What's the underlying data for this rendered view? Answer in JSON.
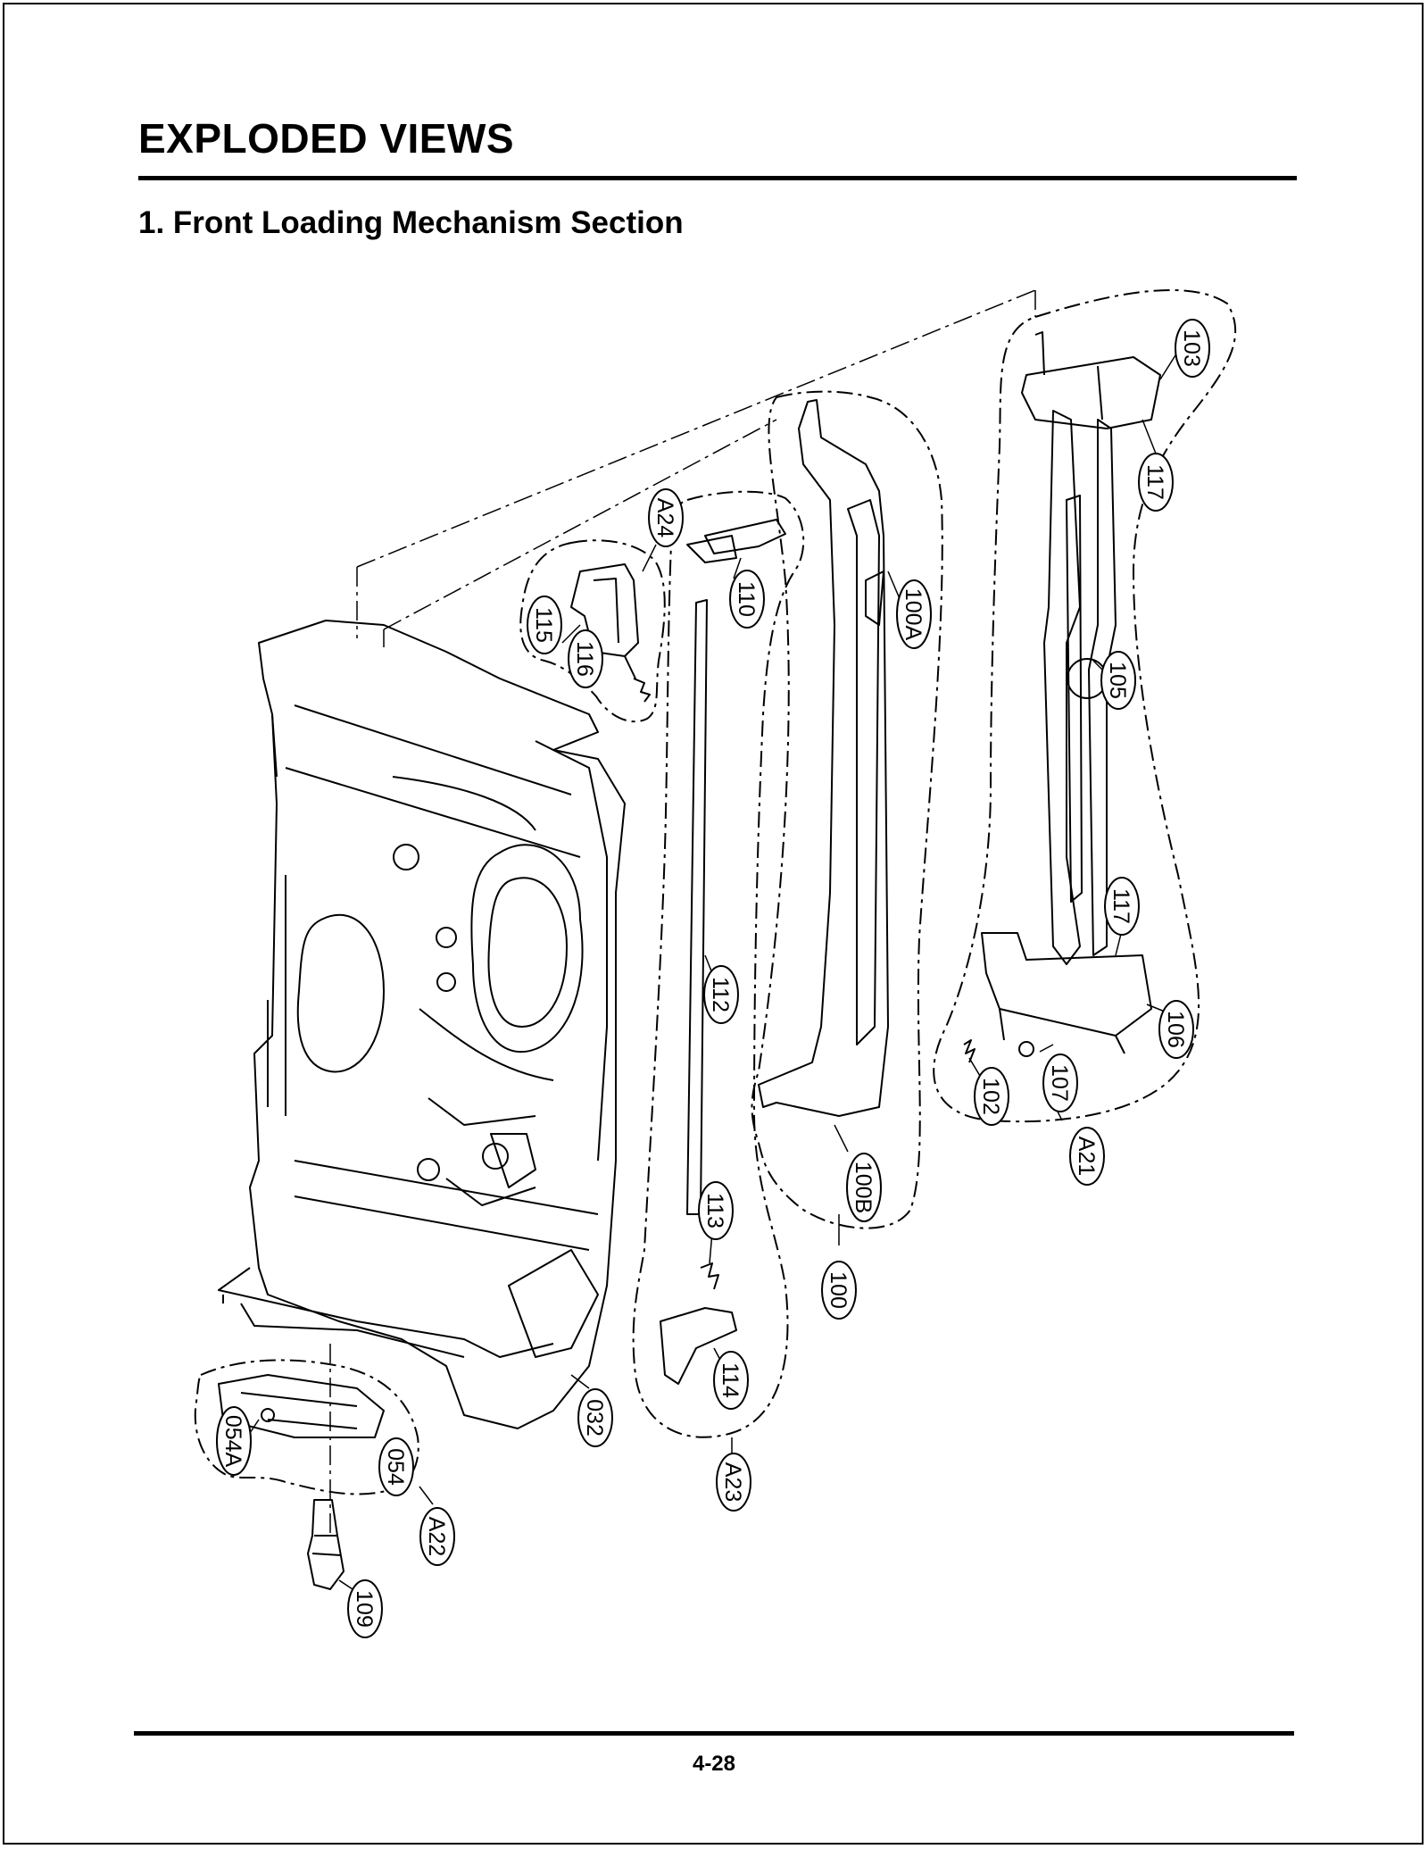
{
  "document": {
    "section_title": "EXPLODED VIEWS",
    "subsection_title": "1. Front Loading Mechanism Section",
    "page_number": "4-28"
  },
  "callouts": {
    "c103": "103",
    "c117a": "117",
    "c105": "105",
    "c117b": "117",
    "c106": "106",
    "c107": "107",
    "c102": "102",
    "cA21": "A21",
    "c100A": "100A",
    "c100B": "100B",
    "c100": "100",
    "c110": "110",
    "c112": "112",
    "c113": "113",
    "c114": "114",
    "cA23": "A23",
    "cA24": "A24",
    "c115": "115",
    "c116": "116",
    "c032": "032",
    "c054A": "054A",
    "c054": "054",
    "cA22": "A22",
    "c109": "109"
  }
}
